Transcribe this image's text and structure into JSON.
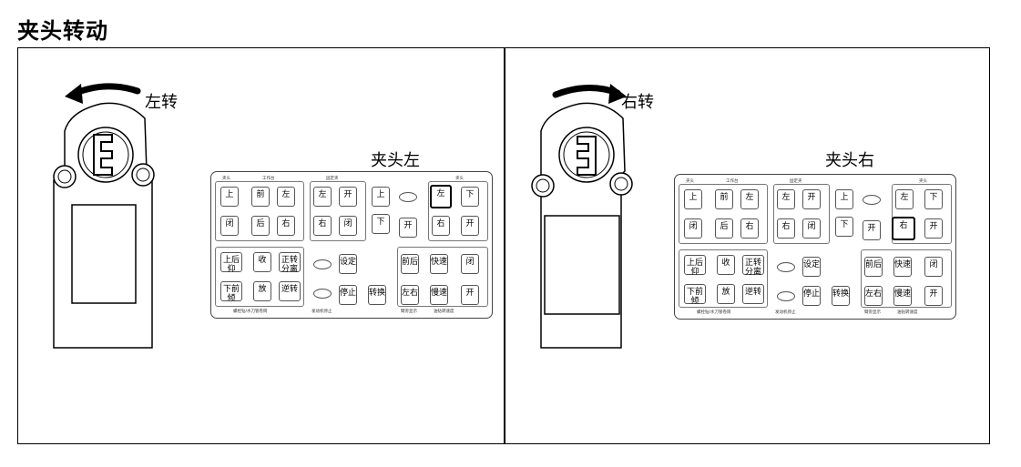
{
  "title": "夹头转动",
  "panels": [
    {
      "turn_label": "左转",
      "keypad_title": "夹头左",
      "highlight": "左",
      "keypad": {
        "groups_top": [
          "夹头",
          "工作台",
          "固定夹",
          "夹头"
        ],
        "row1": [
          "上",
          "前",
          "左",
          "左",
          "开",
          "上",
          "",
          "左",
          "下"
        ],
        "row2": [
          "闭",
          "后",
          "右",
          "右",
          "闭",
          "下",
          "开",
          "右",
          "开"
        ],
        "row3": [
          "上后仰",
          "收",
          "正转分离",
          "设定",
          "前后",
          "快速",
          "闭"
        ],
        "row4": [
          "下前倾",
          "放",
          "逆转",
          "停止",
          "转换",
          "左右",
          "慢速",
          "开"
        ],
        "footer": [
          "螺栓钻/水刀管卷筒",
          "发动机停止",
          "臂旁显示",
          "油钻转速度"
        ]
      }
    },
    {
      "turn_label": "右转",
      "keypad_title": "夹头右",
      "highlight": "右",
      "keypad": {
        "groups_top": [
          "夹头",
          "工作台",
          "固定夹",
          "夹头"
        ],
        "row1": [
          "上",
          "前",
          "左",
          "左",
          "开",
          "上",
          "",
          "左",
          "下"
        ],
        "row2": [
          "闭",
          "后",
          "右",
          "右",
          "闭",
          "下",
          "开",
          "右",
          "开"
        ],
        "row3": [
          "上后仰",
          "收",
          "正转分离",
          "设定",
          "前后",
          "快速",
          "闭"
        ],
        "row4": [
          "下前倾",
          "放",
          "逆转",
          "停止",
          "转换",
          "左右",
          "慢速",
          "开"
        ],
        "footer": [
          "螺栓钻/水刀管卷筒",
          "发动机停止",
          "臂旁显示",
          "油钻转速度"
        ]
      }
    }
  ]
}
